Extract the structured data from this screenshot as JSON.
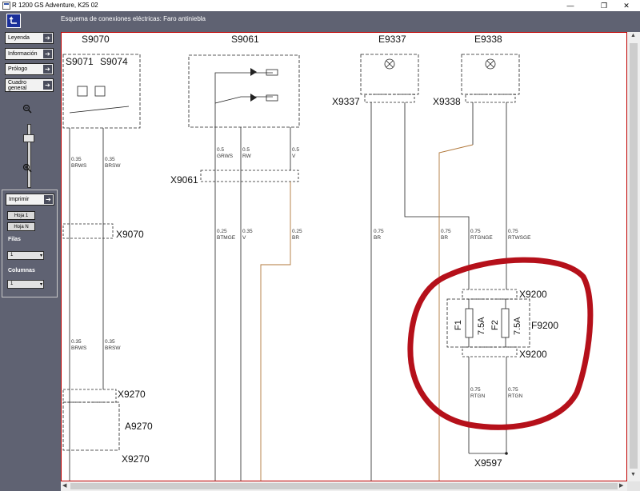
{
  "window": {
    "title": "R 1200 GS Adventure, K25 02",
    "minimize": "—",
    "maximize": "❐",
    "close": "✕"
  },
  "header": {
    "document_title": "Esquema de conexiones eléctricas: Faro antiniebla"
  },
  "sidebar": {
    "nav_buttons": [
      {
        "label": "Leyenda"
      },
      {
        "label": "Información"
      },
      {
        "label": "Prólogo"
      },
      {
        "label": "Cuadro\ngeneral"
      }
    ],
    "print_button": "Imprimir",
    "sheet_buttons": [
      "Hoja 1",
      "Hoja N"
    ],
    "rows_label": "Filas",
    "rows_value": "1",
    "columns_label": "Columnas",
    "columns_value": "1"
  },
  "diagram": {
    "components": {
      "s9070": "S9070",
      "s9061": "S9061",
      "e9337": "E9337",
      "e9338": "E9338",
      "s9071": "S9071",
      "s9074": "S9074",
      "a9270": "A9270",
      "f9200": "F9200",
      "f1": "F1",
      "f2": "F2",
      "f1_rating": "7.5A",
      "f2_rating": "7.5A"
    },
    "connectors": {
      "x9337": "X9337",
      "x9338": "X9338",
      "x9061": "X9061",
      "x9070": "X9070",
      "x9200_top": "X9200",
      "x9200_bottom": "X9200",
      "x9270_top": "X9270",
      "x9270_bottom": "X9270",
      "x9597": "X9597"
    },
    "wire_labels": [
      {
        "id": "w1",
        "gauge": "0.35",
        "color": "BRWS"
      },
      {
        "id": "w2",
        "gauge": "0.35",
        "color": "BRSW"
      },
      {
        "id": "w3",
        "gauge": "0.5",
        "color": "GRWS"
      },
      {
        "id": "w4",
        "gauge": "0.5",
        "color": "RW"
      },
      {
        "id": "w5",
        "gauge": "0.5",
        "color": "V"
      },
      {
        "id": "w6",
        "gauge": "0.25",
        "color": "BTMGE"
      },
      {
        "id": "w7",
        "gauge": "0.35",
        "color": "V"
      },
      {
        "id": "w8",
        "gauge": "0.25",
        "color": "BR"
      },
      {
        "id": "w9",
        "gauge": "0.75",
        "color": "BR"
      },
      {
        "id": "w10",
        "gauge": "0.75",
        "color": "BR"
      },
      {
        "id": "w11",
        "gauge": "0.75",
        "color": "RTGNGE"
      },
      {
        "id": "w12",
        "gauge": "0.75",
        "color": "RTWSGE"
      },
      {
        "id": "w13",
        "gauge": "0.35",
        "color": "BRWS"
      },
      {
        "id": "w14",
        "gauge": "0.35",
        "color": "BRSW"
      },
      {
        "id": "w15",
        "gauge": "0.75",
        "color": "RTGN"
      },
      {
        "id": "w16",
        "gauge": "0.75",
        "color": "RTGN"
      }
    ],
    "highlight_color": "#b5101a",
    "brown_wire_color": "#b0773a"
  }
}
